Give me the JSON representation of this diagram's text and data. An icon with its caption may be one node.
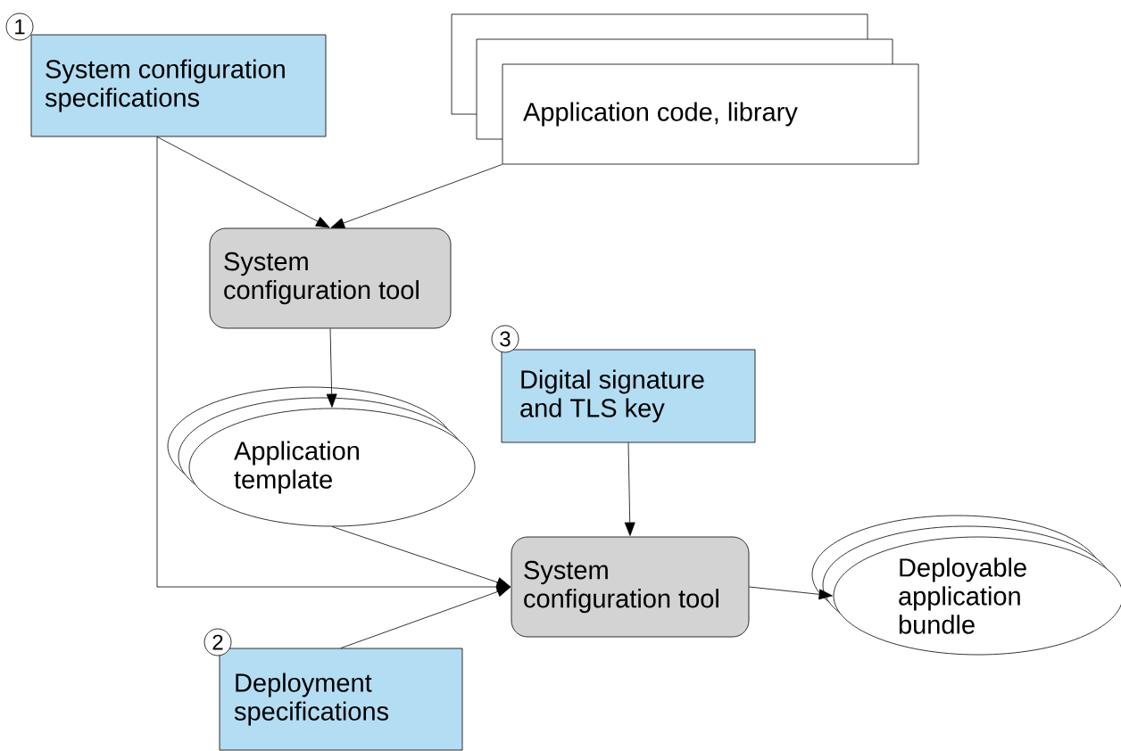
{
  "diagram": {
    "nodes": [
      {
        "text": [
          "System configuration specifications"
        ],
        "beside": [
          "1"
        ]
      },
      {
        "text": [
          "Application code, library"
        ]
      },
      {
        "text": [
          "System configuration tool"
        ]
      },
      {
        "text": [
          "Application template"
        ]
      },
      {
        "text": [
          "Digital signature and TLS key"
        ],
        "beside": [
          "3"
        ]
      },
      {
        "text": [
          "Deployment specifications"
        ],
        "beside": [
          "2"
        ]
      },
      {
        "text": [
          "System configuration tool"
        ]
      },
      {
        "text": [
          "Deployable application bundle"
        ]
      }
    ],
    "edges": [
      {
        "from": 0,
        "to": 2,
        "arrow": "to"
      },
      {
        "from": 1,
        "to": 2,
        "arrow": "to"
      },
      {
        "from": 2,
        "to": 3,
        "arrow": "to"
      },
      {
        "from": 0,
        "to": 6,
        "arrow": "to"
      },
      {
        "from": 3,
        "to": 6,
        "arrow": "to"
      },
      {
        "from": 5,
        "to": 6,
        "arrow": "to"
      },
      {
        "from": 4,
        "to": 6,
        "arrow": "to"
      },
      {
        "from": 6,
        "to": 7,
        "arrow": "to"
      }
    ]
  }
}
